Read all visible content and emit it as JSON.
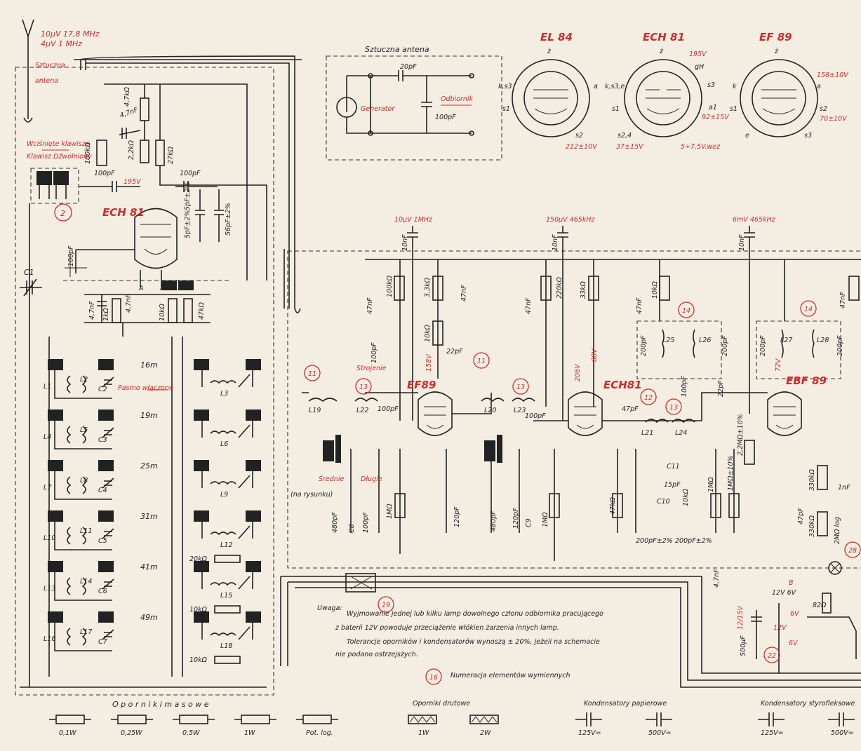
{
  "antenna": {
    "sig1": "10µV 17,8 MHz",
    "sig2": "4µV  1 MHz",
    "label1": "Sztuczna",
    "label2": "antena",
    "switch1": "Wciśnięte klawisze",
    "switch2": "Klawisz Dźwolniony"
  },
  "artificial_antenna": {
    "title": "Sztuczna antena",
    "cap1": "20pF",
    "cap2": "100pF",
    "generator": "Generator",
    "receiver": "Odbiornik"
  },
  "tubes_header": [
    {
      "name": "EL 84",
      "pins": [
        "ż",
        "k,s3",
        "s1",
        "a",
        "ż",
        "s2"
      ],
      "v1": "212±10V",
      "v2": ""
    },
    {
      "name": "ECH 81",
      "pins": [
        "ż",
        "k,s3,e",
        "s1",
        "195V",
        "gH",
        "s3",
        "a1",
        "s2,4",
        "s1"
      ],
      "v1": "37±15V",
      "v2": "92±15V",
      "v3": "5÷7,5V.wez"
    },
    {
      "name": "EF 89",
      "pins": [
        "ż",
        "k",
        "s1",
        "e",
        "a",
        "s2",
        "s3",
        "e"
      ],
      "v1": "158±10V",
      "v2": "70±10V"
    }
  ],
  "bands": [
    {
      "label": "16m",
      "coils": [
        "L1",
        "L2",
        "C2",
        "L3"
      ],
      "note": "Pasmo włączone"
    },
    {
      "label": "19m",
      "coils": [
        "L4",
        "L5",
        "C3",
        "L6"
      ]
    },
    {
      "label": "25m",
      "coils": [
        "L7",
        "L8",
        "C4",
        "L9"
      ]
    },
    {
      "label": "31m",
      "coils": [
        "L10",
        "L11",
        "C5",
        "L12"
      ],
      "resistor": "20kΩ"
    },
    {
      "label": "41m",
      "coils": [
        "L13",
        "L14",
        "C6",
        "L15"
      ],
      "resistor": "10kΩ"
    },
    {
      "label": "49m",
      "coils": [
        "L16",
        "L17",
        "C7",
        "L18"
      ],
      "resistor": "10kΩ"
    }
  ],
  "rf_stage": {
    "tube": "ECH 81",
    "r1": "4,7kΩ",
    "c1": "4,7nF",
    "r2": "100kΩ",
    "r3": "2,2kΩ",
    "r4": "27kΩ",
    "c2": "100pF",
    "v": "195V",
    "c3": "100pF",
    "c4": "5pF±2%",
    "c5": "5pF±2%",
    "c6": "56pF±2%",
    "c7": "2%",
    "c8": "100pF",
    "c9": "4,7nF",
    "r5": "1kΩ",
    "c10": "4,7nF",
    "r6": "10kΩ",
    "r7": "47kΩ",
    "marker": "2",
    "c1main": "C1",
    "a": "A"
  },
  "if_chain": {
    "sig_a": "10µV 1MHz",
    "sig_b": "150µV 465kHz",
    "sig_c": "6mV 465kHz",
    "c_a": "10nF",
    "c_b": "10nF",
    "c_c": "10nF",
    "tube1": "EF89",
    "tube2": "ECH81",
    "tube3": "EBF 89",
    "v1": "158V",
    "v2": "88V",
    "v3": "206V",
    "v4": "72V",
    "strojenie": "Strojenie",
    "srednie": "Średnie",
    "dlugie": "Długie",
    "na_rys": "(na rysunku)",
    "parts": [
      "100kΩ",
      "47nF",
      "3,3kΩ",
      "47nF",
      "10kΩ",
      "22pF",
      "100pF",
      "L19",
      "L22",
      "100pF",
      "L20",
      "L23",
      "100pF",
      "220kΩ",
      "33kΩ",
      "47nF",
      "47pF",
      "L21",
      "L24",
      "C11",
      "15pF",
      "C10",
      "10kΩ",
      "100pF",
      "22pF",
      "1MΩ",
      "1MΩ±10%",
      "2,2MΩ±10%",
      "10kΩ",
      "L25",
      "L26",
      "L27",
      "L28",
      "200pF",
      "200pF",
      "200pF",
      "200pF",
      "480pF",
      "C8",
      "100pF",
      "1MΩ",
      "120pF",
      "480pF",
      "120pF",
      "C9",
      "1MΩ",
      "47kΩ",
      "200pF±2%",
      "200pF±2%",
      "330kΩ",
      "47pF",
      "330kΩ",
      "1nF",
      "2MΩ log",
      "4,7nF",
      "82Ω",
      "500µF",
      "12/15V",
      "12V",
      "6V",
      "6V",
      "B",
      "12V 6V"
    ],
    "markers": [
      "11",
      "13",
      "11",
      "13",
      "12",
      "13",
      "14",
      "14",
      "19",
      "22",
      "28",
      "16"
    ]
  },
  "notes": {
    "uwaga": "Uwaga:",
    "line1": "Wyjmowanie jednej lub kilku lamp dowolnego członu odbiornika pracującego",
    "line2": "z baterii 12V powoduje przeciążenie włókien żarzenia innych lamp.",
    "line3": "Tolerancje oporników i kondensatorów wynoszą ± 20%, jeżeli na schemacie",
    "line4": "nie podano ostrzejszych.",
    "legend16": "Numeracja elementów wymiennych"
  },
  "legend": {
    "res_title": "O p o r n i k i   m a s o w e",
    "res": [
      "0,1W",
      "0,25W",
      "0,5W",
      "1W",
      "Pot. log."
    ],
    "wire_title": "Oporniki drutowe",
    "wire": [
      "1W",
      "2W"
    ],
    "paper_title": "Kondensatory papierowe",
    "paper": [
      "125V=",
      "500V="
    ],
    "styro_title": "Kondensatory styrofleksowe",
    "styro": [
      "125V=",
      "500V="
    ]
  }
}
